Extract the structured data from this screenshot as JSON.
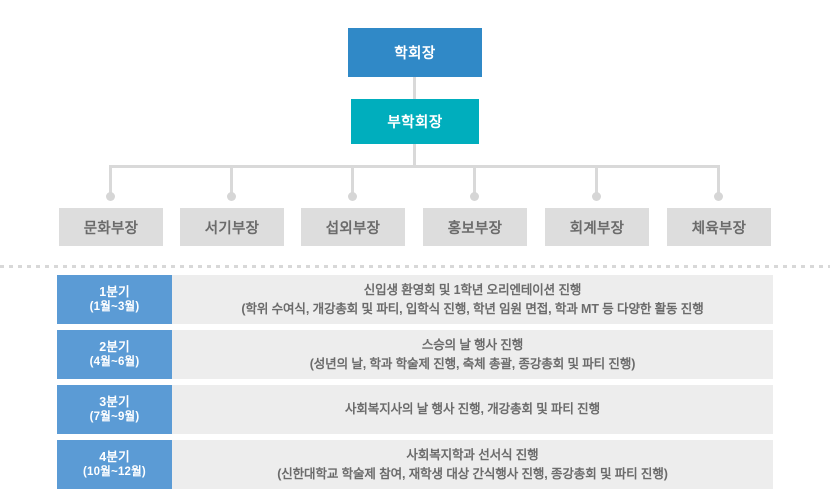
{
  "org_chart": {
    "president": {
      "label": "학회장",
      "color": "#3089c7"
    },
    "vice_president": {
      "label": "부학회장",
      "color": "#00aebd"
    },
    "departments": [
      {
        "label": "문화부장"
      },
      {
        "label": "서기부장"
      },
      {
        "label": "섭외부장"
      },
      {
        "label": "홍보부장"
      },
      {
        "label": "회계부장"
      },
      {
        "label": "체육부장"
      }
    ],
    "department_color": "#dddddd",
    "connector_color": "#d9d9d9"
  },
  "timeline": {
    "quarter_color": "#5b9bd5",
    "content_color": "#ededed",
    "rows": [
      {
        "quarter": "1분기",
        "range": "(1월~3월)",
        "main": "신입생 환영회 및 1학년 오리엔테이션 진행",
        "sub": "(학위 수여식, 개강총회 및 파티, 입학식 진행, 학년 임원 면접, 학과 MT 등 다양한 활동 진행"
      },
      {
        "quarter": "2분기",
        "range": "(4월~6월)",
        "main": "스승의 날 행사 진행",
        "sub": "(성년의 날, 학과 학술제 진행, 축체 총괄, 종강총회 및 파티 진행)"
      },
      {
        "quarter": "3분기",
        "range": "(7월~9월)",
        "main": "사회복지사의 날 행사 진행, 개강총회 및 파티 진행",
        "sub": ""
      },
      {
        "quarter": "4분기",
        "range": "(10월~12월)",
        "main": "사회복지학과 선서식 진행",
        "sub": "(신한대학교 학술제 참여, 재학생 대상 간식행사 진행, 종강총회 및 파티 진행)"
      }
    ]
  }
}
